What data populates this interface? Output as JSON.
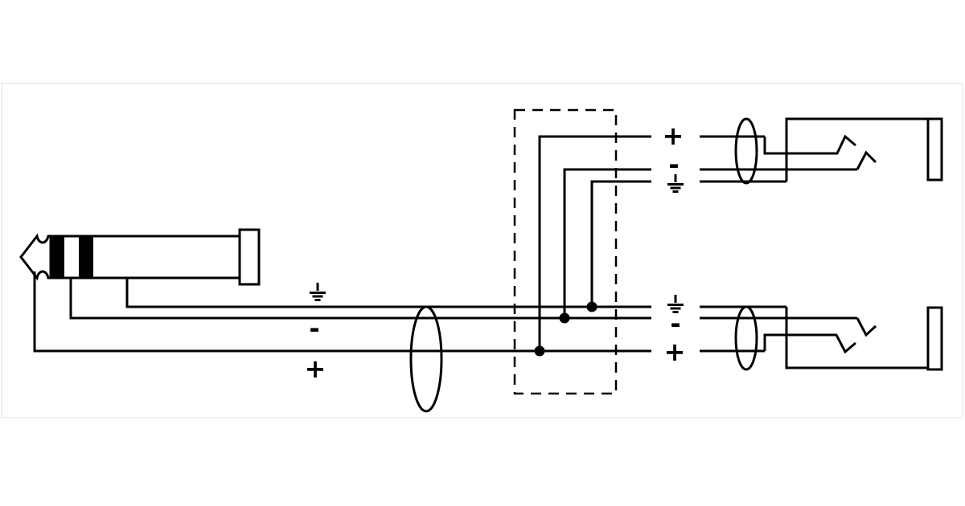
{
  "colors": {
    "line": "#000000",
    "background": "#ffffff",
    "border": "#ececec"
  },
  "labels": {
    "plus": "+",
    "minus": "-"
  },
  "label_groups": {
    "cable_left": [
      "ground",
      "minus",
      "plus"
    ],
    "output_top_right": [
      "plus",
      "minus",
      "ground"
    ],
    "output_bottom_right": [
      "ground",
      "minus",
      "plus"
    ]
  },
  "icons": {
    "ground": "earth-ground-icon",
    "cable_shield": "cable-shield-ellipse",
    "plug": "trs-jack-plug-icon",
    "socket": "mono-jack-socket-icon",
    "junction": "junction-dot"
  }
}
